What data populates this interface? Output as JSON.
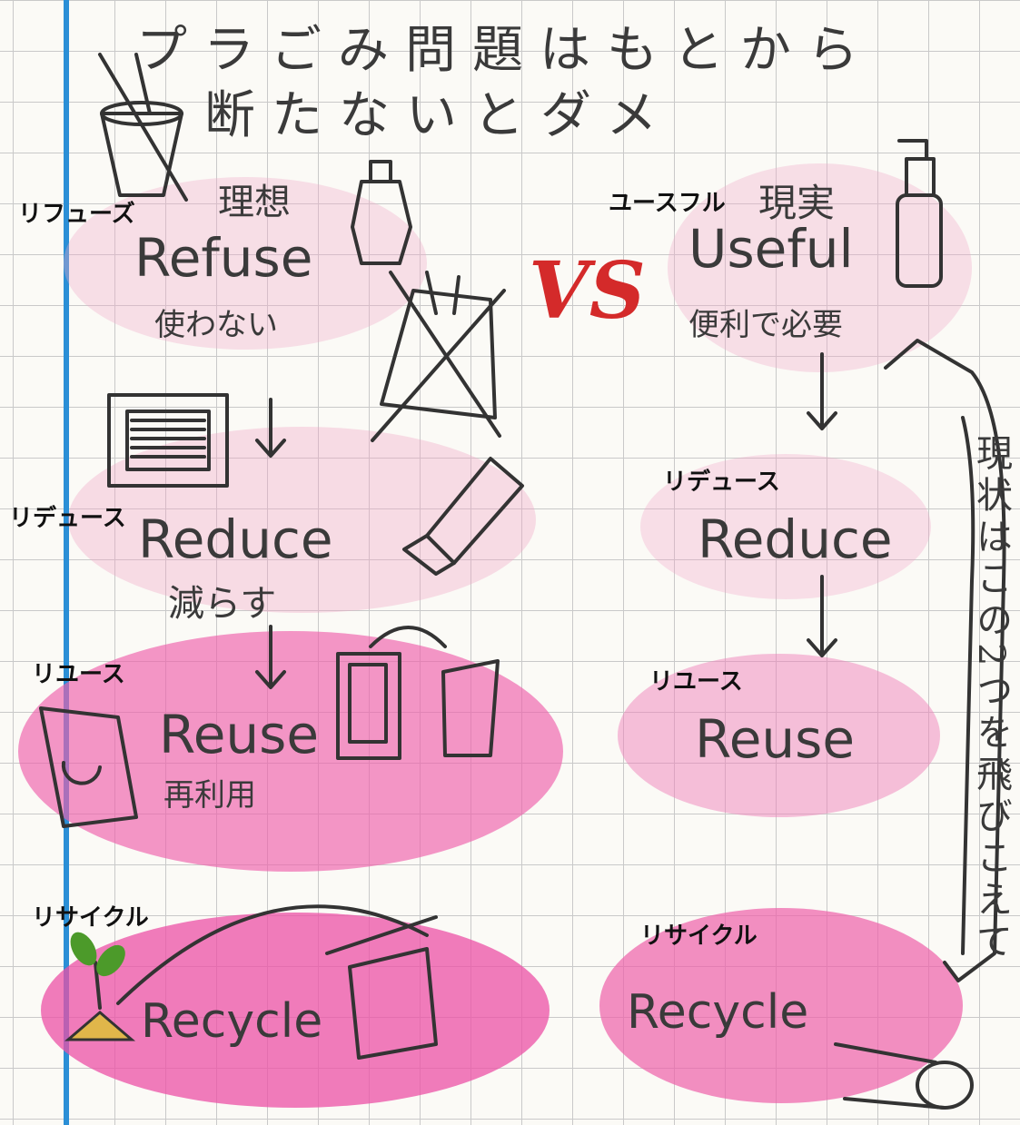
{
  "title": {
    "line1": "プラごみ問題はもとから",
    "line2": "断たないとダメ"
  },
  "left": {
    "header": "理想",
    "refuse": {
      "kana": "リフューズ",
      "word": "Refuse",
      "meaning": "使わない"
    },
    "reduce": {
      "kana": "リデュース",
      "word": "Reduce",
      "meaning": "減らす"
    },
    "reuse": {
      "kana": "リユース",
      "word": "Reuse",
      "meaning": "再利用"
    },
    "recycle": {
      "kana": "リサイクル",
      "word": "Recycle"
    }
  },
  "vs": "VS",
  "right": {
    "header": "現実",
    "useful": {
      "kana": "ユースフル",
      "word": "Useful",
      "meaning": "便利で必要"
    },
    "reduce": {
      "kana": "リデュース",
      "word": "Reduce"
    },
    "reuse": {
      "kana": "リユース",
      "word": "Reuse"
    },
    "recycle": {
      "kana": "リサイクル",
      "word": "Recycle"
    }
  },
  "side_note": "現状はこの2つを飛びこえて",
  "colors": {
    "highlight": "#f28cc4",
    "margin_line": "#2b8fd6",
    "vs": "#d42a2a",
    "leaf": "#4c9a2a"
  }
}
